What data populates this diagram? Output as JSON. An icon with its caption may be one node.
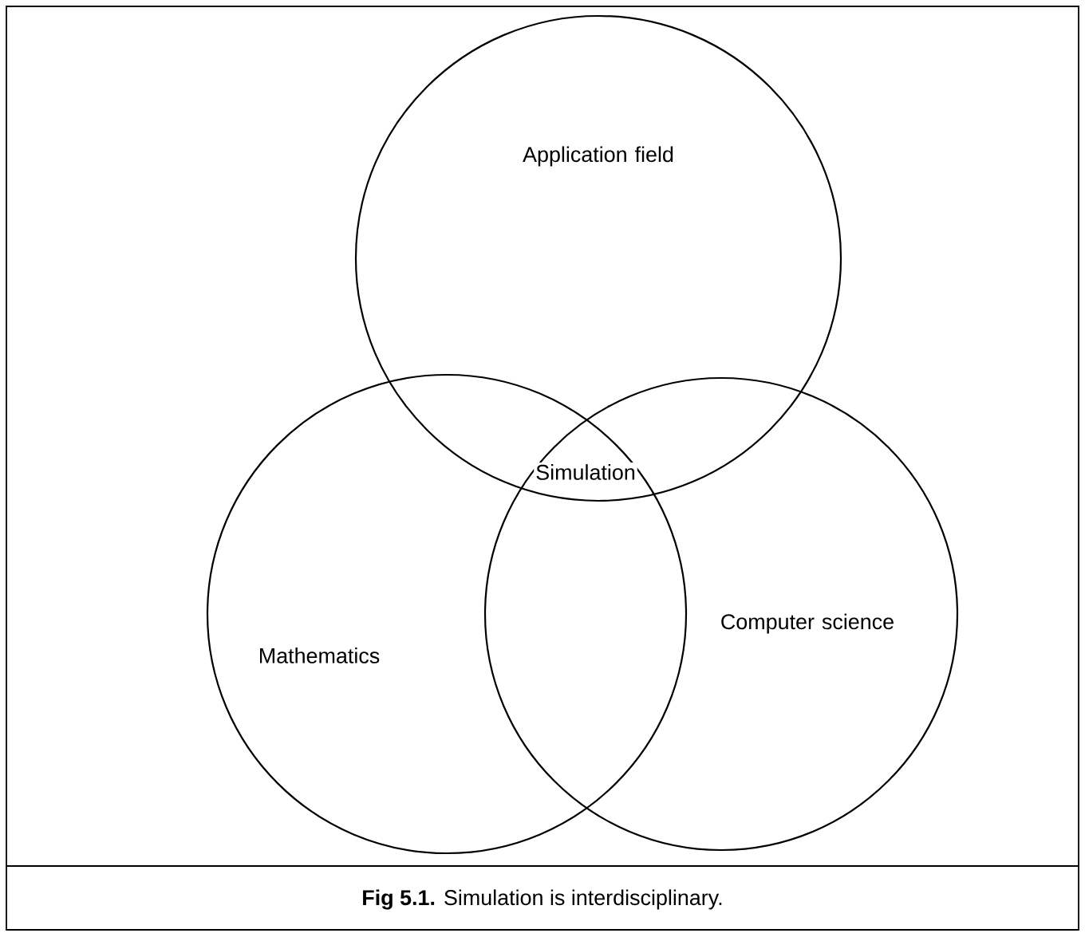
{
  "diagram": {
    "caption": "**Fig 5.1.** Simulation is interdisciplinary.",
    "nodes": [
      {
        "text": [
          "Application field"
        ]
      },
      {
        "text": [
          "Mathematics"
        ]
      },
      {
        "text": [
          "Computer science"
        ]
      }
    ],
    "labels": [
      "Simulation"
    ]
  }
}
